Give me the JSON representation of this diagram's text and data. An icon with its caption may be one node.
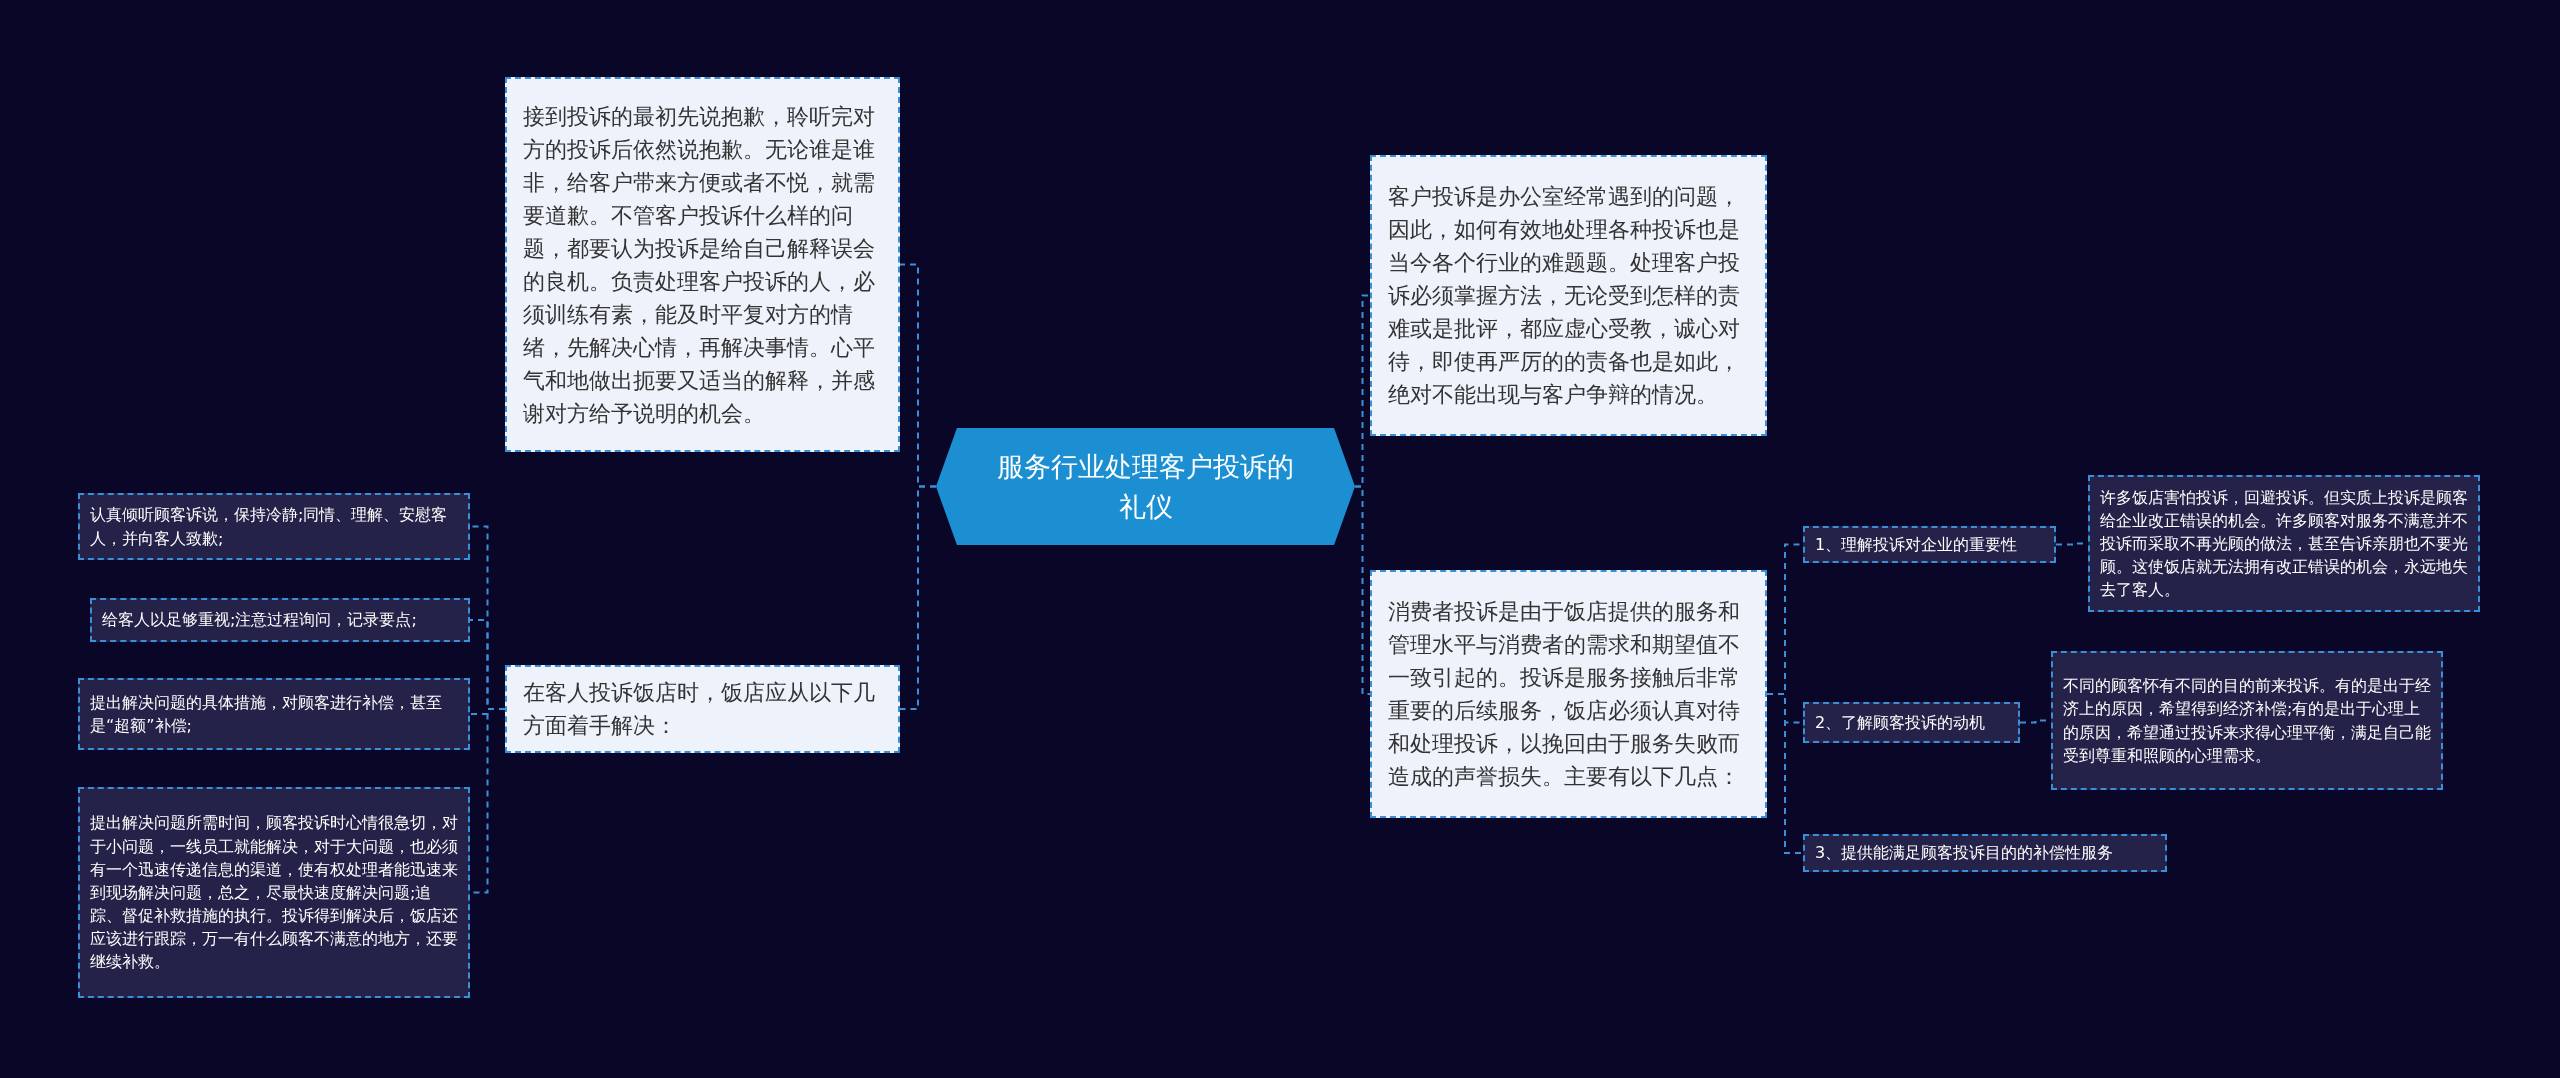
{
  "diagram": {
    "nodes": [
      {
        "text": [
          "服务行业处理客户投诉的礼仪"
        ]
      },
      {
        "text": [
          "接到投诉的最初先说抱歉，聆听完对方的投诉后依然说抱歉。无论谁是谁非，给客户带来方便或者不悦，就需要道歉。不管客户投诉什么样的问题，都要认为投诉是给自己解释误会的良机。负责处理客户投诉的人，必须训练有素，能及时平复对方的情绪，先解决心情，再解决事情。心平气和地做出扼要又适当的解释，并感谢对方给予说明的机会。"
        ]
      },
      {
        "text": [
          "在客人投诉饭店时，饭店应从以下几方面着手解决："
        ]
      },
      {
        "text": [
          "认真倾听顾客诉说，保持冷静;同情、理解、安慰客人，并向客人致歉;"
        ]
      },
      {
        "text": [
          "给客人以足够重视;注意过程询问，记录要点;"
        ]
      },
      {
        "text": [
          "提出解决问题的具体措施，对顾客进行补偿，甚至是“超额”补偿;"
        ]
      },
      {
        "text": [
          "提出解决问题所需时间，顾客投诉时心情很急切，对于小问题，一线员工就能解决，对于大问题，也必须有一个迅速传递信息的渠道，使有权处理者能迅速来到现场解决问题，总之，尽最快速度解决问题;追踪、督促补救措施的执行。投诉得到解决后，饭店还应该进行跟踪，万一有什么顾客不满意的地方，还要继续补救。"
        ]
      },
      {
        "text": [
          "客户投诉是办公室经常遇到的问题，因此，如何有效地处理各种投诉也是当今各个行业的难题题。处理客户投诉必须掌握方法，无论受到怎样的责难或是批评，都应虚心受教，诚心对待，即使再严厉的的责备也是如此，绝对不能出现与客户争辩的情况。"
        ]
      },
      {
        "text": [
          "消费者投诉是由于饭店提供的服务和管理水平与消费者的需求和期望值不一致引起的。投诉是服务接触后非常重要的后续服务，饭店必须认真对待和处理投诉，以挽回由于服务失败而造成的声誉损失。主要有以下几点："
        ]
      },
      {
        "text": [
          "1、理解投诉对企业的重要性"
        ]
      },
      {
        "text": [
          "许多饭店害怕投诉，回避投诉。但实质上投诉是顾客给企业改正错误的机会。许多顾客对服务不满意并不投诉而采取不再光顾的做法，甚至告诉亲朋也不要光顾。这使饭店就无法拥有改正错误的机会，永远地失去了客人。"
        ]
      },
      {
        "text": [
          "2、了解顾客投诉的动机"
        ]
      },
      {
        "text": [
          "不同的顾客怀有不同的目的前来投诉。有的是出于经济上的原因，希望得到经济补偿;有的是出于心理上的原因，希望通过投诉来求得心理平衡，满足自己能受到尊重和照顾的心理需求。"
        ]
      },
      {
        "text": [
          "3、提供能满足顾客投诉目的的补偿性服务"
        ]
      }
    ],
    "edges": [
      {
        "from": 0,
        "to": 1,
        "arrow": "none",
        "style": "dashed"
      },
      {
        "from": 0,
        "to": 2,
        "arrow": "none",
        "style": "dashed"
      },
      {
        "from": 2,
        "to": 3,
        "arrow": "none",
        "style": "dashed"
      },
      {
        "from": 2,
        "to": 4,
        "arrow": "none",
        "style": "dashed"
      },
      {
        "from": 2,
        "to": 5,
        "arrow": "none",
        "style": "dashed"
      },
      {
        "from": 2,
        "to": 6,
        "arrow": "none",
        "style": "dashed"
      },
      {
        "from": 0,
        "to": 7,
        "arrow": "none",
        "style": "dashed"
      },
      {
        "from": 0,
        "to": 8,
        "arrow": "none",
        "style": "dashed"
      },
      {
        "from": 8,
        "to": 9,
        "arrow": "none",
        "style": "dashed"
      },
      {
        "from": 9,
        "to": 10,
        "arrow": "none",
        "style": "dashed"
      },
      {
        "from": 8,
        "to": 11,
        "arrow": "none",
        "style": "dashed"
      },
      {
        "from": 11,
        "to": 12,
        "arrow": "none",
        "style": "dashed"
      },
      {
        "from": 8,
        "to": 13,
        "arrow": "none",
        "style": "dashed"
      }
    ]
  }
}
